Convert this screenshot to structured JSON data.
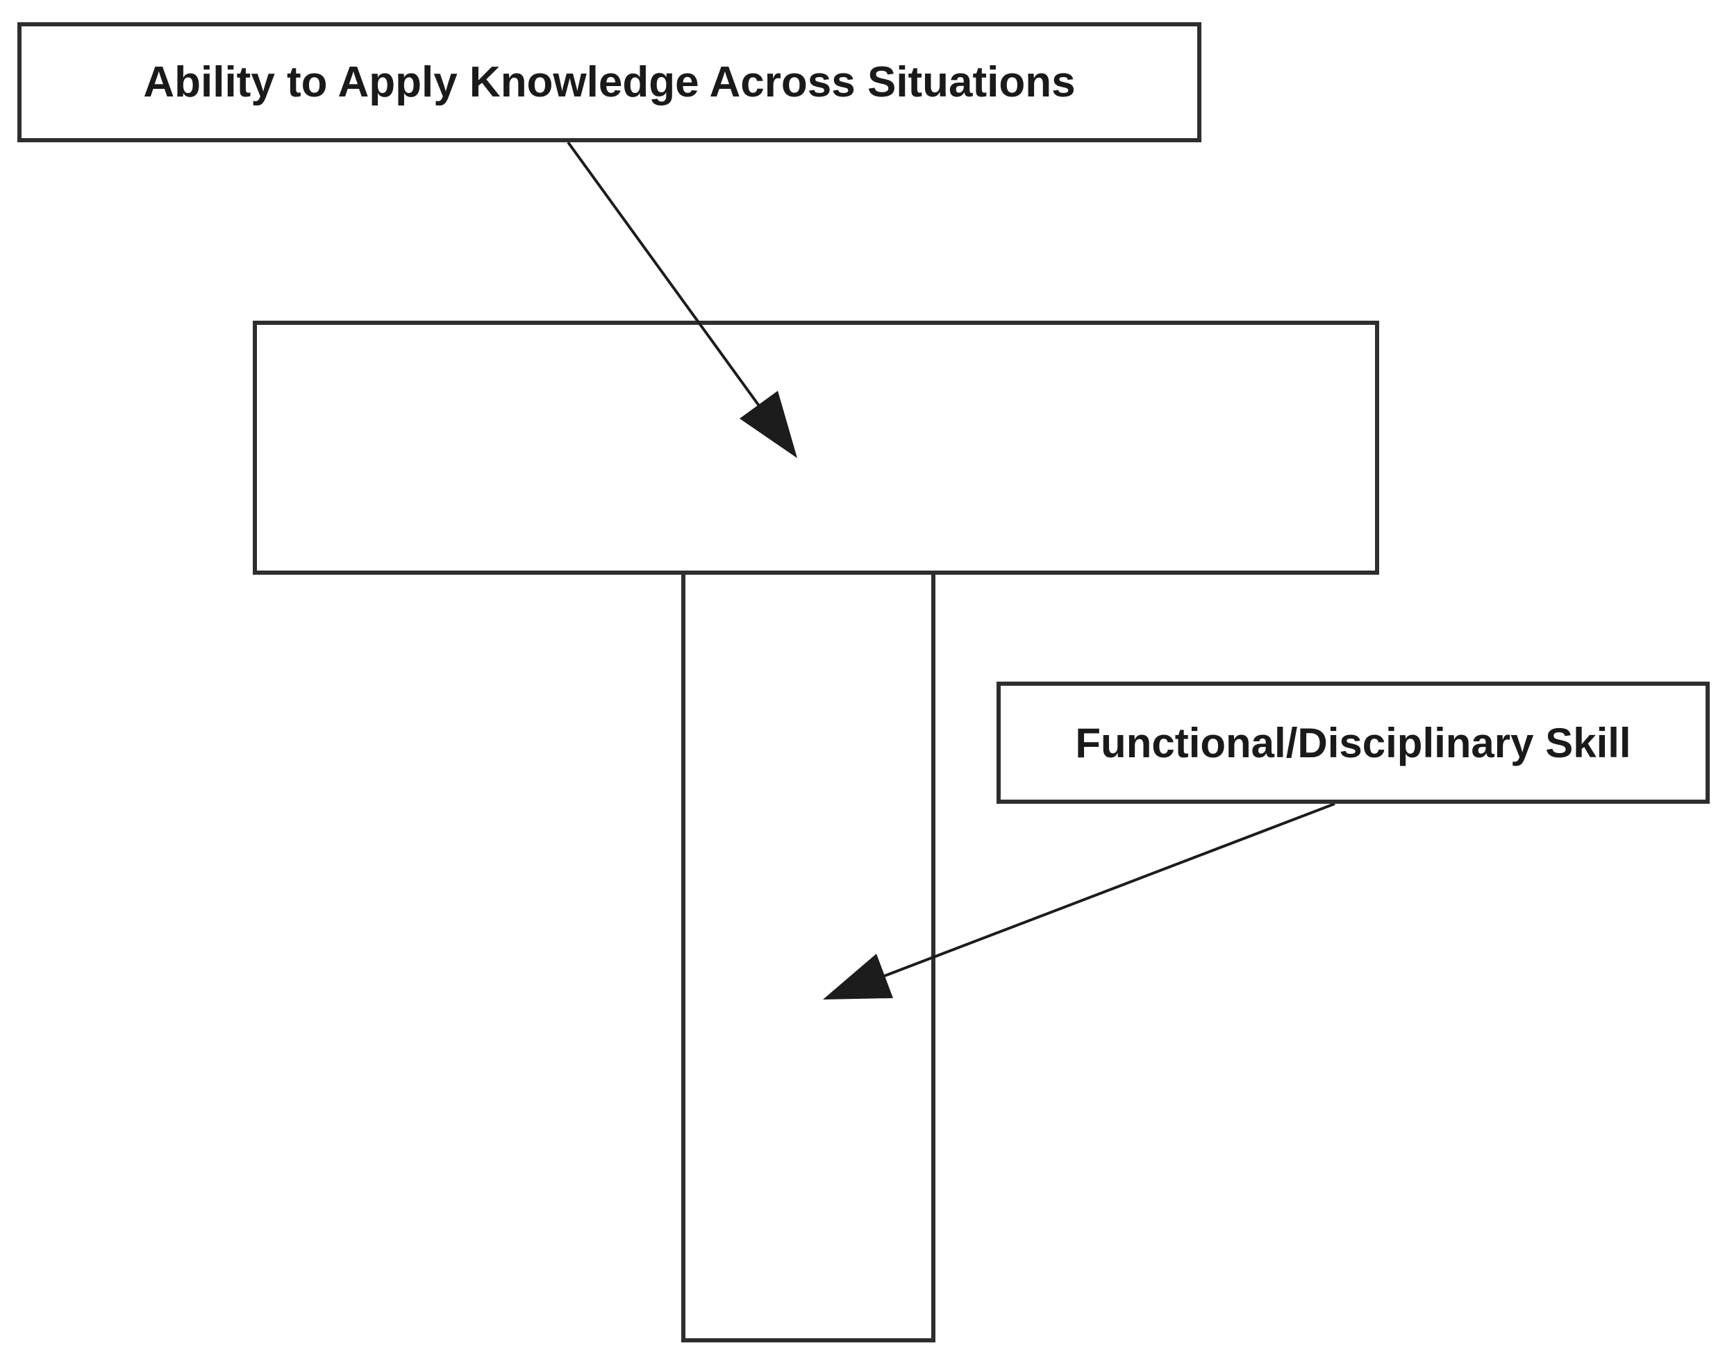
{
  "diagram": {
    "background_color": "#ffffff",
    "stroke_color": "#2e2e2e",
    "arrow_color": "#1c1c1c",
    "text_color": "#1a1a1a",
    "labels": [
      {
        "text": "Ability to Apply Knowledge Across Situations",
        "points_to": "horizontal-bar"
      },
      {
        "text": "Functional/Disciplinary Skill",
        "points_to": "vertical-bar"
      }
    ]
  }
}
